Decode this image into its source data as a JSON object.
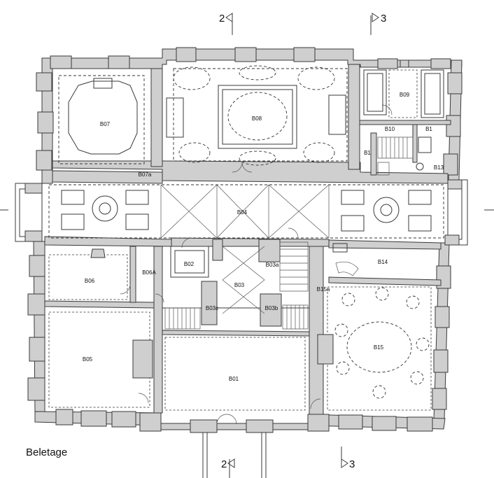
{
  "title": "Beletage",
  "section_marks": {
    "top_left": "2",
    "top_right": "3",
    "bottom_left": "2",
    "bottom_right": "3"
  },
  "rooms": {
    "b07": "B07",
    "b08": "B08",
    "b09": "B09",
    "b10": "B10",
    "b11": "B1",
    "b12": "B1",
    "b13": "B13",
    "b07a": "B07a",
    "b04": "B04",
    "b02": "B02",
    "b03a": "B03a",
    "b03": "B03",
    "b03b": "B03b",
    "b03c": "B03c",
    "b06": "B06",
    "b06a": "B06A",
    "b05": "B05",
    "b01": "B01",
    "b14": "B14",
    "b15a": "B15a",
    "b15": "B15"
  }
}
